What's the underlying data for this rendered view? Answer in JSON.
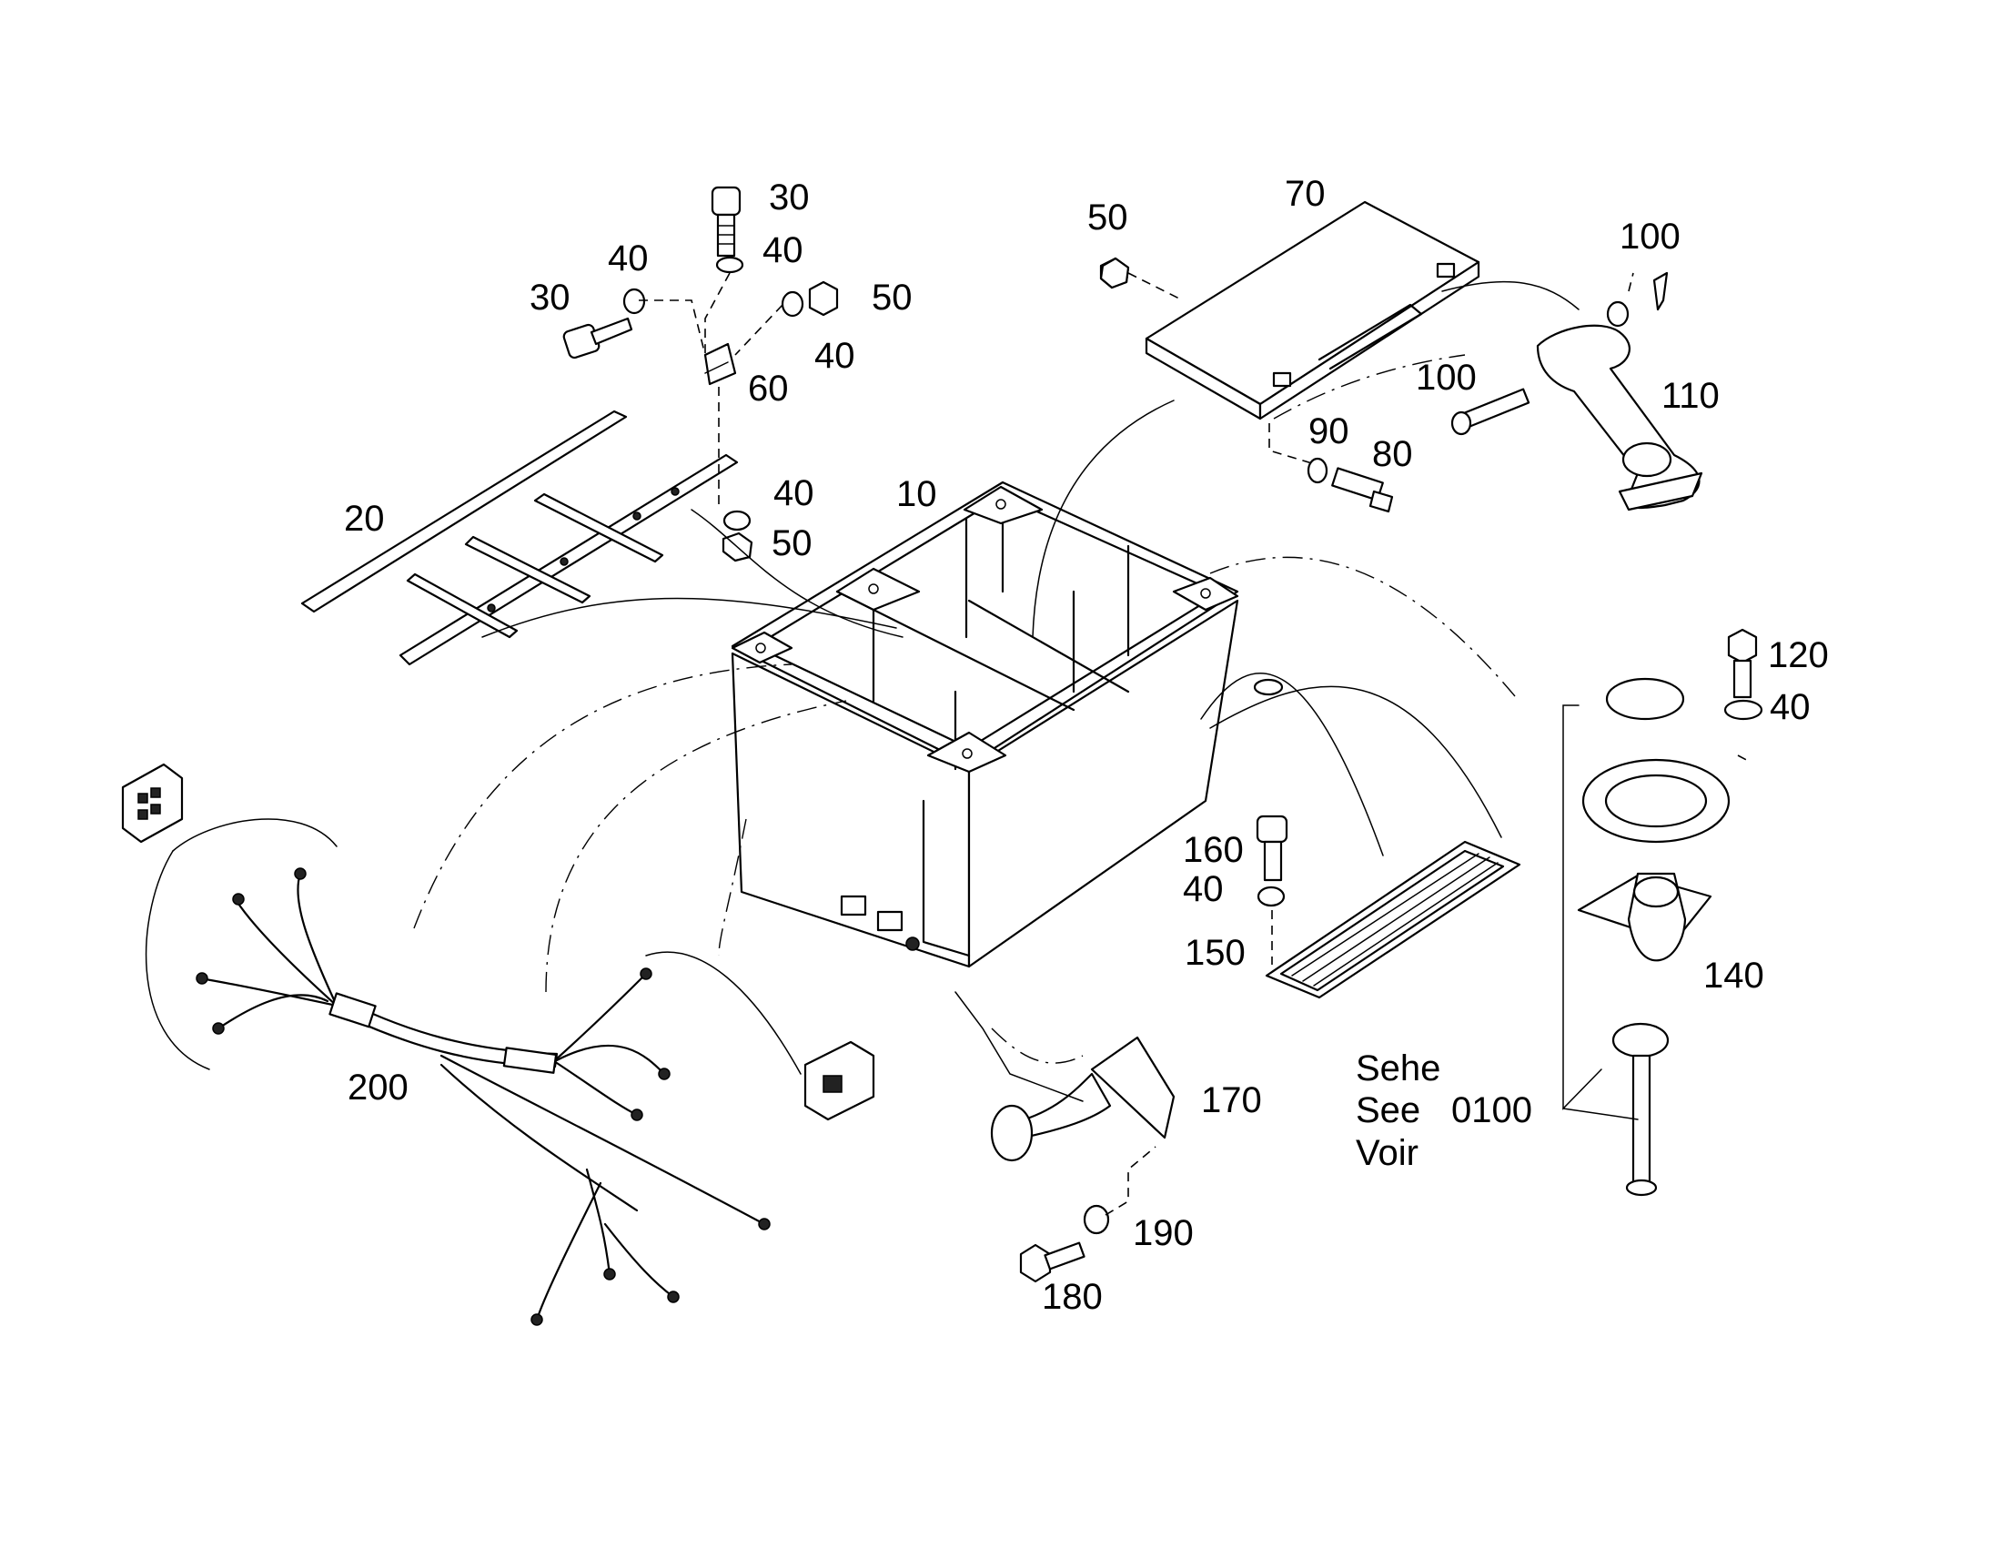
{
  "labels": {
    "p10": "10",
    "p20": "20",
    "p30a": "30",
    "p30b": "30",
    "p40a": "40",
    "p40b": "40",
    "p40c": "40",
    "p40d": "40",
    "p40e": "40",
    "p40f": "40",
    "p50a": "50",
    "p50b": "50",
    "p50c": "50",
    "p60": "60",
    "p70": "70",
    "p80": "80",
    "p90": "90",
    "p100a": "100",
    "p100b": "100",
    "p110": "110",
    "p120": "120",
    "p140": "140",
    "p150": "150",
    "p160": "160",
    "p170": "170",
    "p180": "180",
    "p190": "190",
    "p200": "200"
  },
  "reference": {
    "line1": "Sehe",
    "line2": "See",
    "line3": "Voir",
    "number": "0100"
  }
}
